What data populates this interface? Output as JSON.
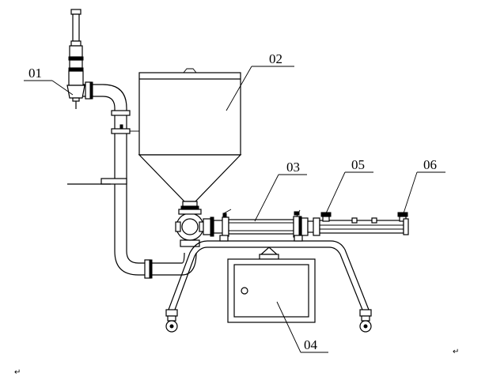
{
  "labels": {
    "p01": "01",
    "p02": "02",
    "p03": "03",
    "p04": "04",
    "p05": "05",
    "p06": "06"
  },
  "marks": {
    "return_mark": "↵"
  }
}
